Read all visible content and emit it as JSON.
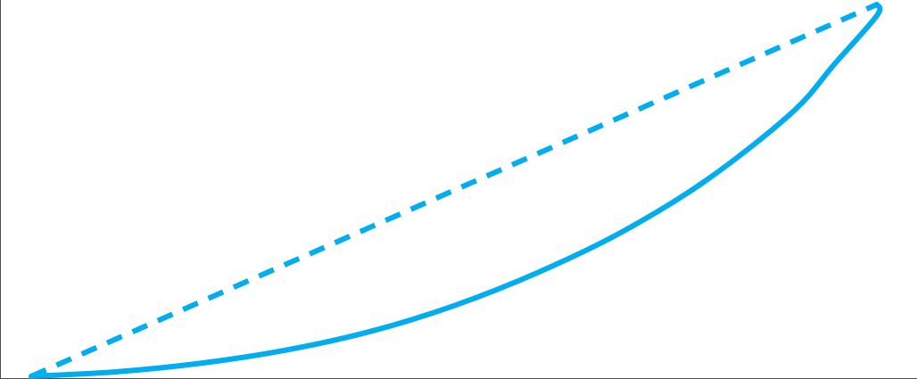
{
  "chart_data": {
    "type": "line",
    "title": "",
    "xlabel": "",
    "ylabel": "",
    "xlim": [
      0,
      1
    ],
    "ylim": [
      0,
      1
    ],
    "grid": false,
    "legend": "none",
    "series": [
      {
        "style": "dashed",
        "color": "#00AEEF",
        "x": [
          0,
          1
        ],
        "y": [
          0,
          1
        ]
      },
      {
        "style": "solid",
        "color": "#00AEEF",
        "x": [
          0,
          0.1,
          0.2,
          0.3,
          0.4,
          0.5,
          0.6,
          0.7,
          0.8,
          0.9,
          0.95,
          1.0,
          1.0
        ],
        "y": [
          0,
          0.012,
          0.035,
          0.07,
          0.12,
          0.19,
          0.28,
          0.39,
          0.53,
          0.71,
          0.84,
          0.97,
          1.0
        ]
      }
    ]
  }
}
